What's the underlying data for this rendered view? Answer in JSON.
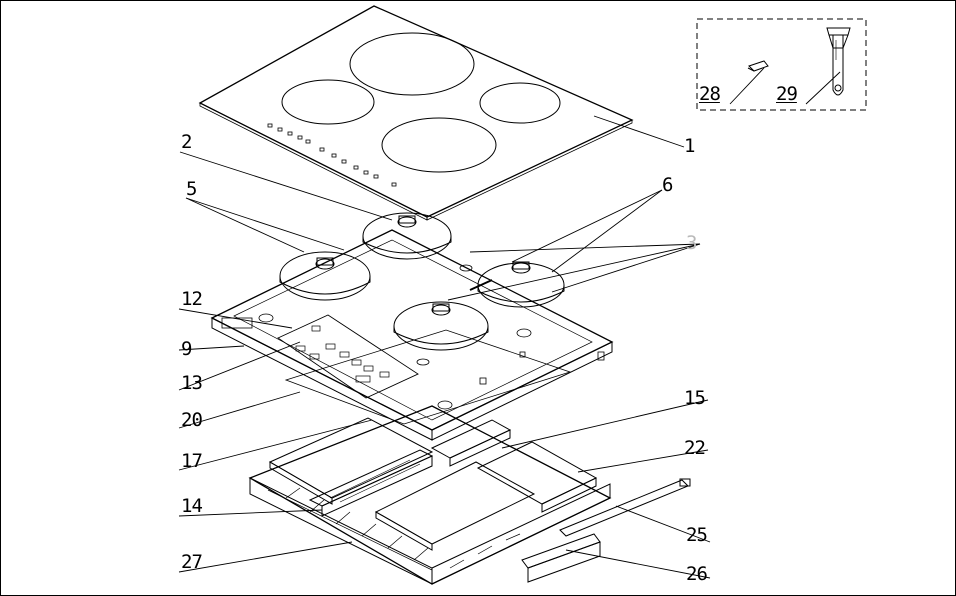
{
  "labels": {
    "l1": "1",
    "l2": "2",
    "l3": "3",
    "l5": "5",
    "l6": "6",
    "l9": "9",
    "l12": "12",
    "l13": "13",
    "l14": "14",
    "l15": "15",
    "l17": "17",
    "l20": "20",
    "l22": "22",
    "l25": "25",
    "l26": "26",
    "l27": "27",
    "l28": "28",
    "l29": "29"
  }
}
